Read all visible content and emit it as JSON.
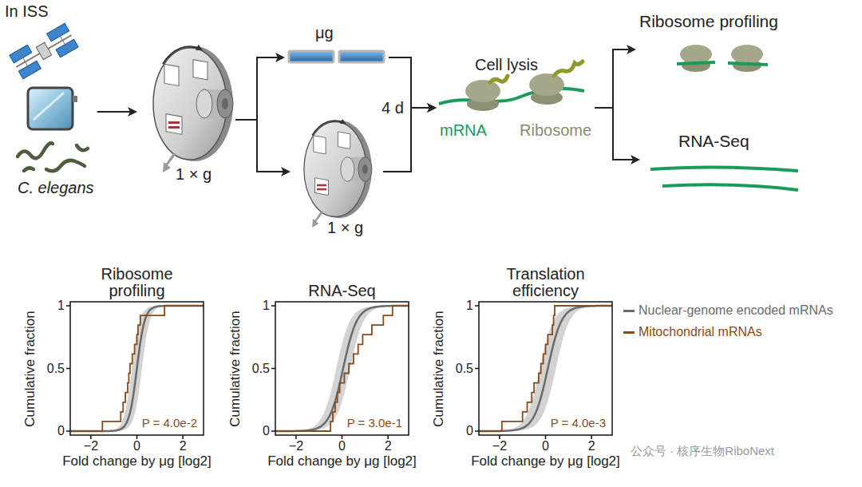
{
  "diagram": {
    "nodes": [
      {
        "text": [
          "In ISS",
          "C. elegans"
        ]
      },
      {
        "text": [
          "1 × g"
        ]
      },
      {
        "text": [
          "μg"
        ]
      },
      {
        "text": [
          "1 × g"
        ]
      },
      {
        "text": [
          "Cell lysis",
          "mRNA",
          "Ribosome"
        ]
      },
      {
        "text": [
          "Ribosome profiling"
        ]
      },
      {
        "text": [
          "RNA-Seq"
        ]
      }
    ],
    "edges": [
      {
        "from": 0,
        "to": 1,
        "arrow": "to"
      },
      {
        "from": 1,
        "to": 2,
        "arrow": "to"
      },
      {
        "from": 1,
        "to": 3,
        "arrow": "to"
      },
      {
        "from": 2,
        "to": 4,
        "label": "4 d",
        "arrow": "to"
      },
      {
        "from": 3,
        "to": 4,
        "arrow": "to"
      },
      {
        "from": 4,
        "to": 5,
        "arrow": "to"
      },
      {
        "from": 4,
        "to": 6,
        "arrow": "to"
      }
    ],
    "labels": [
      "Ribosome profiling",
      "RNA-Seq",
      "Translation efficiency",
      "Cumulative fraction",
      "Cumulative fraction",
      "Cumulative fraction",
      "Fold change by μg [log2]",
      "Fold change by μg [log2]",
      "Fold change by μg [log2]",
      "−2",
      "0",
      "2",
      "0",
      "0.5",
      "1",
      "−2",
      "0",
      "2",
      "0",
      "0.5",
      "1",
      "−2",
      "0",
      "2",
      "0",
      "0.5",
      "1",
      "P = 4.0e-2",
      "P = 3.0e-1",
      "P = 4.0e-3",
      "公众号 · 核序生物RiboNext"
    ],
    "legend": [
      {
        "text": "Nuclear-genome encoded mRNAs",
        "color": "#6b6b6b"
      },
      {
        "text": "Mitochondrial mRNAs",
        "color": "#8b4a16"
      }
    ]
  }
}
